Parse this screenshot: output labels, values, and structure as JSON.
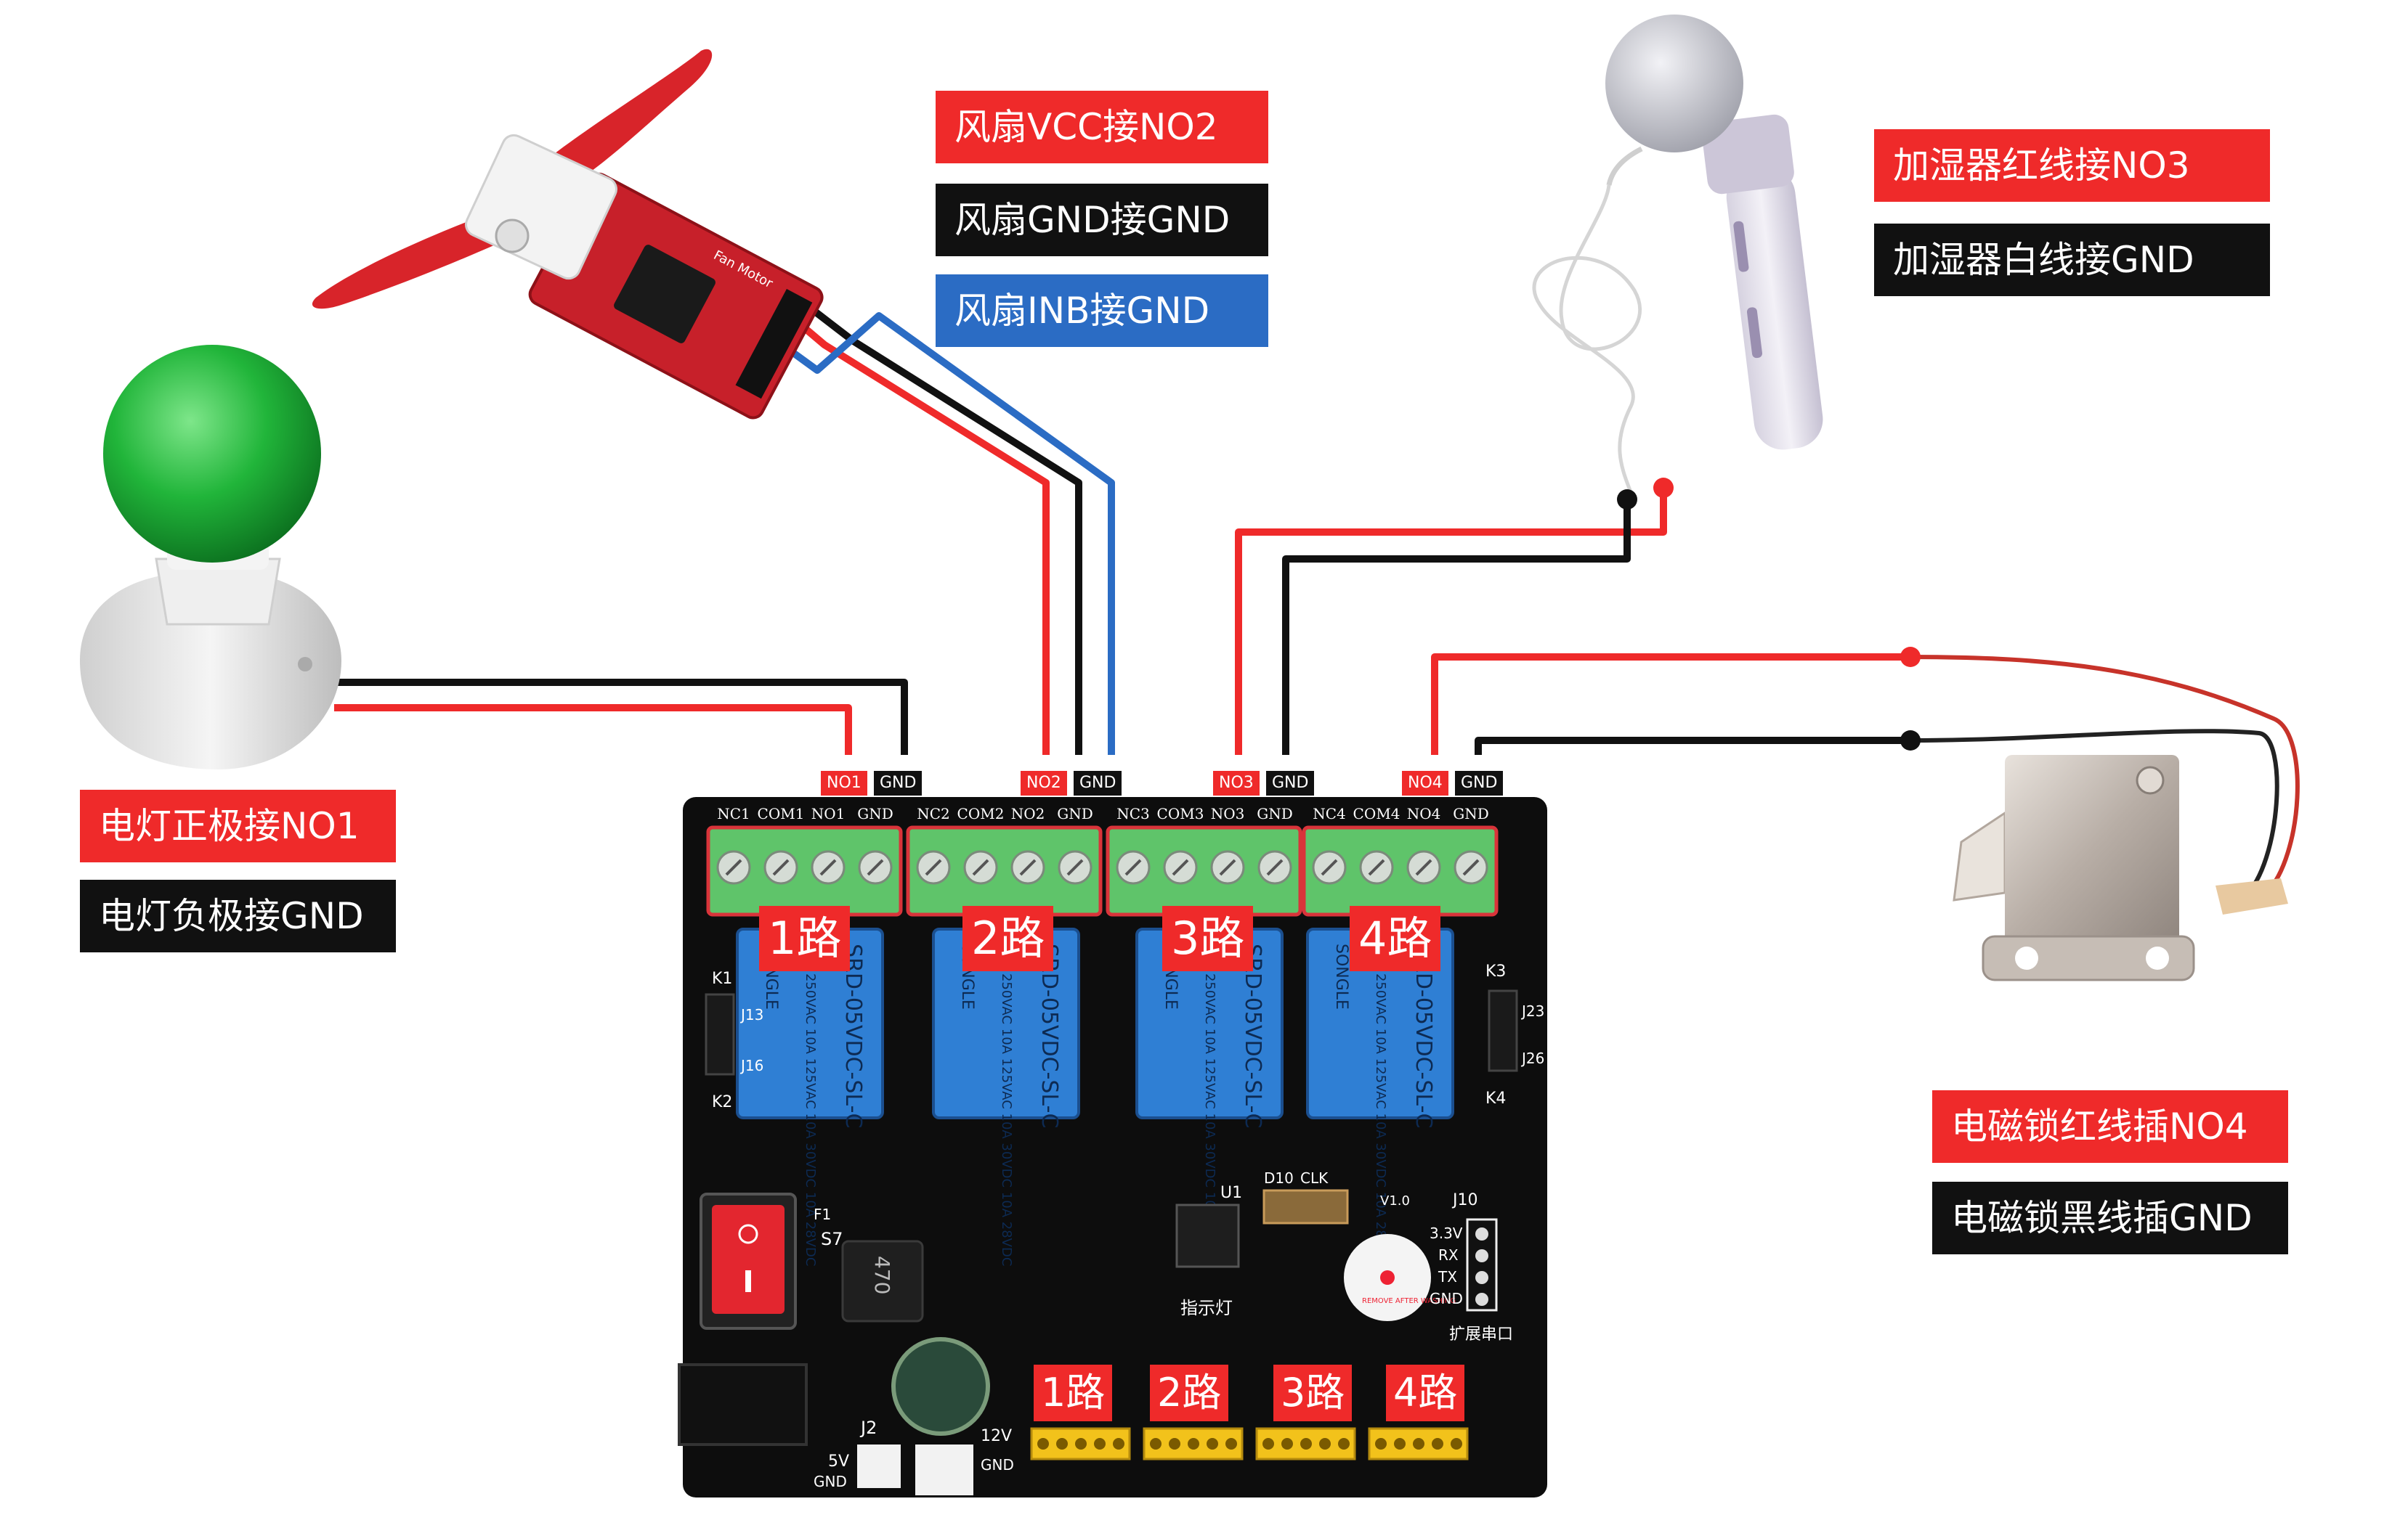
{
  "labels": {
    "fan_vcc": "风扇VCC接NO2",
    "fan_gnd": "风扇GND接GND",
    "fan_inb": "风扇INB接GND",
    "hum_red": "加湿器红线接NO3",
    "hum_white": "加湿器白线接GND",
    "lamp_pos": "电灯正极接NO1",
    "lamp_neg": "电灯负极接GND",
    "lock_red": "电磁锁红线插NO4",
    "lock_black": "电磁锁黑线插GND"
  },
  "terminal_tags": [
    "NO1",
    "GND",
    "NO2",
    "GND",
    "NO3",
    "GND",
    "NO4",
    "GND"
  ],
  "terminal_pins": [
    "NC1",
    "COM1",
    "NO1",
    "GND",
    "NC2",
    "COM2",
    "NO2",
    "GND",
    "NC3",
    "COM3",
    "NO3",
    "GND",
    "NC4",
    "COM4",
    "NO4",
    "GND"
  ],
  "channels": [
    "1路",
    "2路",
    "3路",
    "4路"
  ],
  "relay_text": {
    "brand": "SONGLE",
    "model": "SRD-05VDC-SL-C",
    "rating": "10A 250VAC 10A 125VAC 10A 30VDC 10A 28VDC"
  },
  "board": {
    "power_5v": "5V",
    "power_12v": "12V",
    "gnd": "GND",
    "indicator": "指示灯",
    "expansion": "扩展串口",
    "serial_pins": [
      "3.3V",
      "RX",
      "TX",
      "GND"
    ],
    "buzzer": "REMOVE AFTER WASHING",
    "version": "V1.0",
    "j10": "J10",
    "u1": "U1",
    "cap": "470",
    "s7": "S7",
    "f1": "F1",
    "j2": "J2",
    "k1": "K1",
    "k2": "K2",
    "k3": "K3",
    "k4": "K4",
    "j13": "J13",
    "j16": "J16",
    "j23": "J23",
    "j26": "J26",
    "d10": "D10",
    "clk": "CLK",
    "fan_board_text": "Fan Motor"
  },
  "colors": {
    "red_wire": "#ef2a2a",
    "black_wire": "#111111",
    "blue_wire": "#2b6cc4",
    "terminal_green": "#5fc46a",
    "relay_blue": "#2f7fd4",
    "pcb": "#0d0d0d"
  }
}
